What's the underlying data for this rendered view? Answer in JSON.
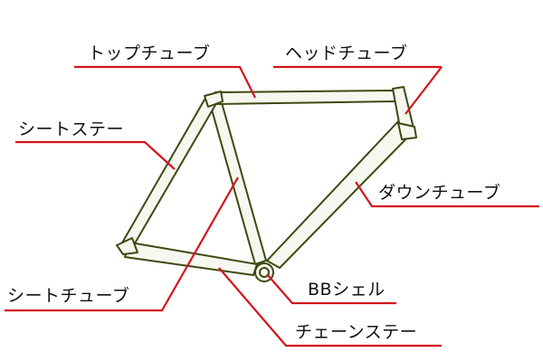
{
  "diagram": {
    "labels": {
      "top_tube": "トップチューブ",
      "head_tube": "ヘッドチューブ",
      "seat_stay": "シートステー",
      "down_tube": "ダウンチューブ",
      "seat_tube": "シートチューブ",
      "bb_shell": "BBシェル",
      "chain_stay": "チェーンステー"
    },
    "colors": {
      "frame_stroke": "#3c4a12",
      "frame_fill": "#f6f8ef",
      "leader_line": "#d4141c",
      "text": "#111111",
      "background": "#ffffff"
    }
  }
}
